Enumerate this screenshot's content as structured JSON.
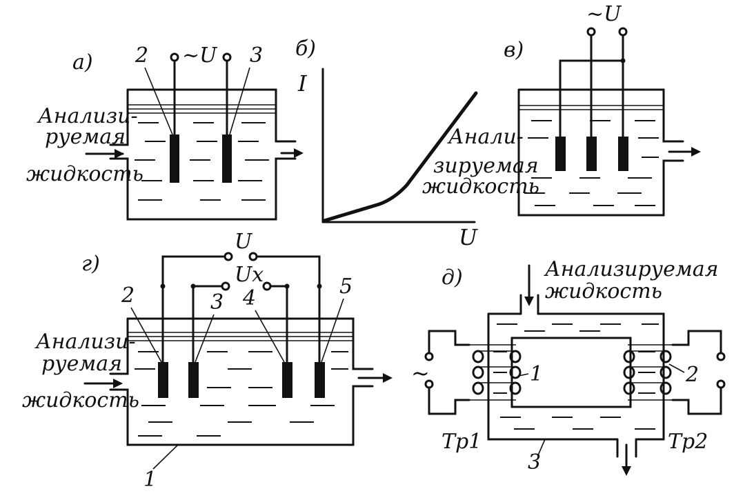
{
  "panels": {
    "a": {
      "label": "а)",
      "voltage": "~U",
      "electrode_labels": [
        "2",
        "3"
      ],
      "liquid_label": [
        "Анализи-",
        "руемая",
        "жидкость"
      ]
    },
    "b": {
      "label": "б)",
      "y_axis": "I",
      "x_axis": "U"
    },
    "v": {
      "label": "в)",
      "voltage": "~U",
      "liquid_label": [
        "Анали-",
        "зируемая",
        "жидкость"
      ]
    },
    "g": {
      "label": "г)",
      "voltage": "U",
      "measured_voltage": "Ux",
      "electrode_labels": [
        "2",
        "3",
        "4",
        "5"
      ],
      "vessel_label": "1",
      "liquid_label": [
        "Анализи-",
        "руемая",
        "жидкость"
      ]
    },
    "d": {
      "label": "д)",
      "liquid_label": [
        "Анализируемая",
        "жидкость"
      ],
      "ac_symbol": "~",
      "labels": [
        "1",
        "2",
        "3"
      ],
      "transformers": [
        "Тр1",
        "Тр2"
      ]
    }
  },
  "colors": {
    "ink": "#111111",
    "paper": "#ffffff"
  }
}
